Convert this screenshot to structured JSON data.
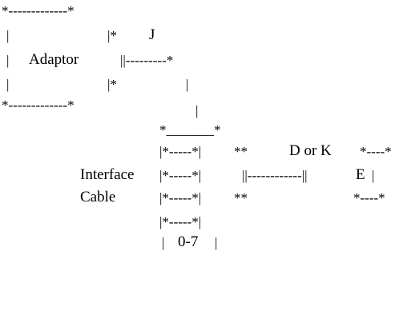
{
  "labels": {
    "adaptor": "Adaptor",
    "j": "J",
    "d_or_k": "D or K",
    "e": "E",
    "interface": "Interface",
    "cable": "Cable",
    "range": "0-7"
  },
  "ascii": {
    "r1_box_top": "*-------------*",
    "r2_left": "|",
    "r2_right": "|*",
    "r3_left": "|",
    "r3_right": "||---------*",
    "r4_left": "|",
    "r4_right": "|*",
    "r4_drop": "|",
    "r5_box_bottom": "*-------------*",
    "r5_drop": "|",
    "r6_top": "*_______*",
    "r7_slot": "|*-----*|",
    "r7_stars": "**",
    "r7_box_top": "*----*",
    "r8_slot": "|*-----*|",
    "r8_link": "||------------||",
    "r8_end": "|",
    "r9_slot": "|*-----*|",
    "r9_stars": "**",
    "r9_box_bottom": "*----*",
    "r10_slot": "|*-----*|",
    "r11_left": "|",
    "r11_right": "|"
  }
}
